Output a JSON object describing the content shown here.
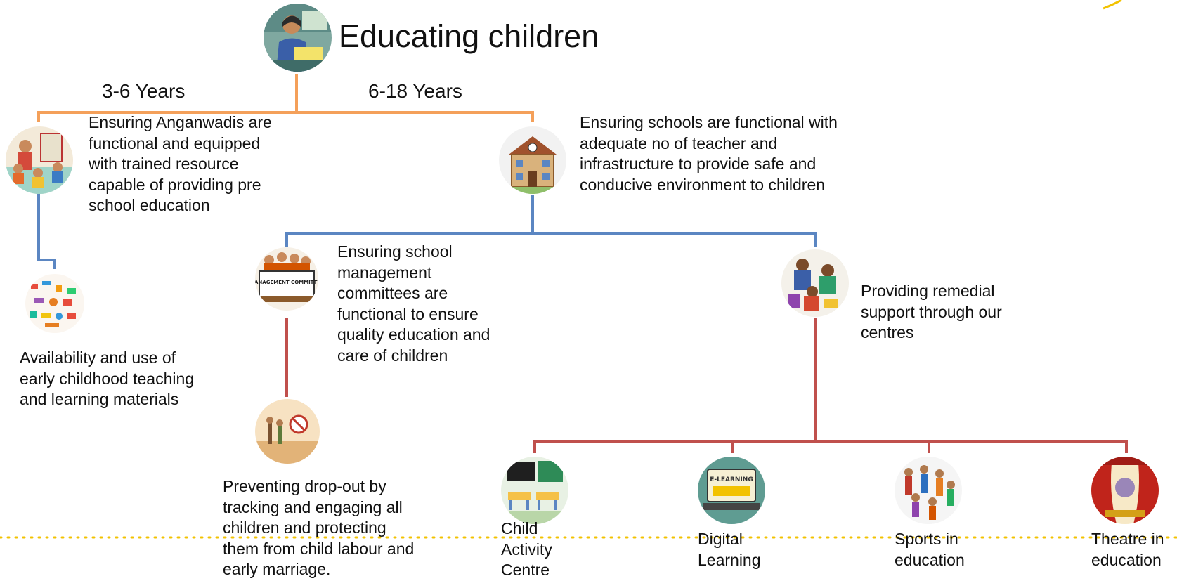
{
  "title": "Educating children",
  "ages": {
    "left": "3-6 Years",
    "right": "6-18 Years"
  },
  "nodes": {
    "anganwadi": "Ensuring Anganwadis are functional and equipped with trained resource capable of providing pre school education",
    "materials": "Availability and use of early childhood teaching and learning materials",
    "schools": "Ensuring schools are functional with adequate no of teacher and infrastructure to provide safe and conducive environment to children",
    "smc": "Ensuring school management committees are functional to ensure quality education and care of children",
    "smc_badge": "MANAGEMENT COMMITTEE",
    "dropout": "Preventing drop-out by tracking and engaging all children and protecting them from child labour and early marriage.",
    "remedial": "Providing remedial support through our centres",
    "cac": "Child Activity Centre",
    "digital": "Digital Learning",
    "digital_badge": "E-LEARNING",
    "sports": "Sports in education",
    "theatre": "Theatre in education"
  },
  "colors": {
    "orange": "#f4a05a",
    "blue": "#5b86c2",
    "red": "#c0504d",
    "dotted": "#f2c200"
  }
}
